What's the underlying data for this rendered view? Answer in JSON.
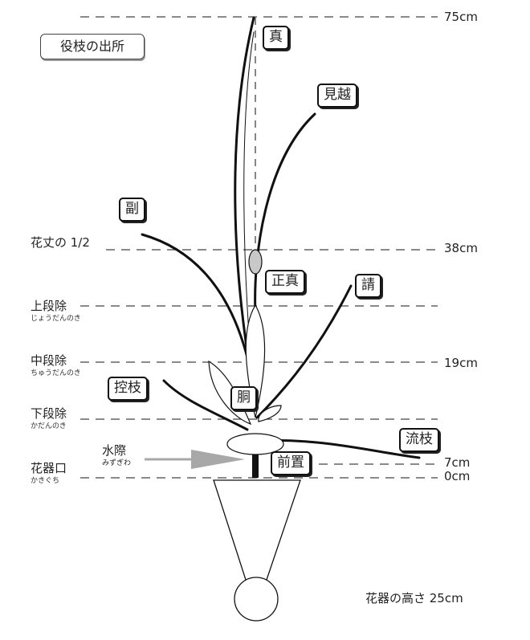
{
  "title": "役枝の出所",
  "levels": {
    "half_height": "花丈の 1/2",
    "upper": {
      "label": "上段除",
      "reading": "じょうだんのき"
    },
    "middle": {
      "label": "中段除",
      "reading": "ちゅうだんのき"
    },
    "lower": {
      "label": "下段除",
      "reading": "かだんのき"
    },
    "vase_mouth": {
      "label": "花器口",
      "reading": "かきぐち"
    }
  },
  "heights": {
    "top": "75cm",
    "half": "38cm",
    "middle": "19cm",
    "water": "7cm",
    "zero": "0cm"
  },
  "branches": {
    "shin": "真",
    "mikoshi": "見越",
    "soe": "副",
    "shoshin": "正真",
    "uke": "請",
    "hikae": "控枝",
    "do": "胴",
    "nagashi": "流枝",
    "maeoki": "前置"
  },
  "water_line": {
    "label": "水際",
    "reading": "みずぎわ"
  },
  "vase_height": "花器の高さ 25cm",
  "colors": {
    "line": "#111111",
    "dash": "#444444",
    "arrow": "#a8a8a8",
    "leaf_fill": "#c8c8c8"
  }
}
